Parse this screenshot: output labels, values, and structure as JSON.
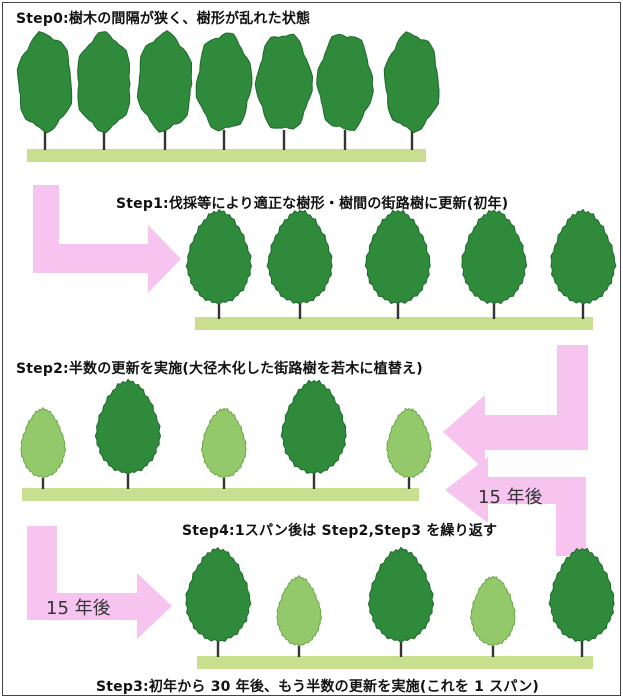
{
  "steps": {
    "step0": "Step0:樹木の間隔が狭く、樹形が乱れた状態",
    "step1": "Step1:伐採等により適正な樹形・樹間の街路樹に更新(初年)",
    "step2": "Step2:半数の更新を実施(大径木化した街路樹を若木に植替え)",
    "step4": "Step4:1スパン後は Step2,Step3 を繰り返す",
    "step3": "Step3:初年から 30 年後、もう半数の更新を実施(これを 1 スパン)"
  },
  "intervals": {
    "step2_to_step3": "15 年後",
    "step3_to_step4": "15 年後"
  },
  "colors": {
    "mature_tree": "#2f8a3c",
    "mature_tree_dark": "#1e6a2a",
    "young_tree": "#93c96a",
    "young_tree_dark": "#6ba848",
    "ground": "#c7df8e",
    "arrow": "#f7c4f0",
    "trunk": "#333333"
  },
  "rows": [
    {
      "id": "step0",
      "trees": [
        "irregular",
        "irregular",
        "irregular",
        "irregular",
        "irregular",
        "irregular",
        "irregular"
      ]
    },
    {
      "id": "step1",
      "trees": [
        "mature",
        "mature",
        "mature",
        "mature",
        "mature"
      ]
    },
    {
      "id": "step2",
      "trees": [
        "young",
        "mature",
        "young",
        "mature",
        "young"
      ]
    },
    {
      "id": "step3",
      "trees": [
        "mature",
        "young",
        "mature",
        "young",
        "mature"
      ]
    }
  ]
}
